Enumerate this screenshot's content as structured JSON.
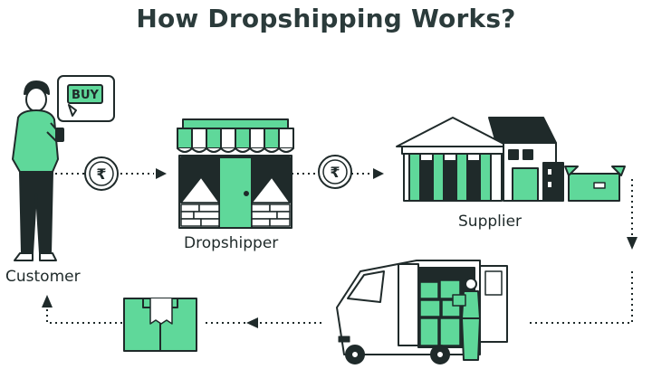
{
  "title": "How Dropshipping Works?",
  "nodes": {
    "customer": {
      "label": "Customer"
    },
    "dropshipper": {
      "label": "Dropshipper"
    },
    "supplier": {
      "label": "Supplier"
    }
  },
  "buy_button": {
    "label": "BUY"
  },
  "currency_symbol": "₹",
  "colors": {
    "accent": "#5fd89a",
    "outline": "#1f2a2a",
    "title": "#2b3b3b"
  }
}
